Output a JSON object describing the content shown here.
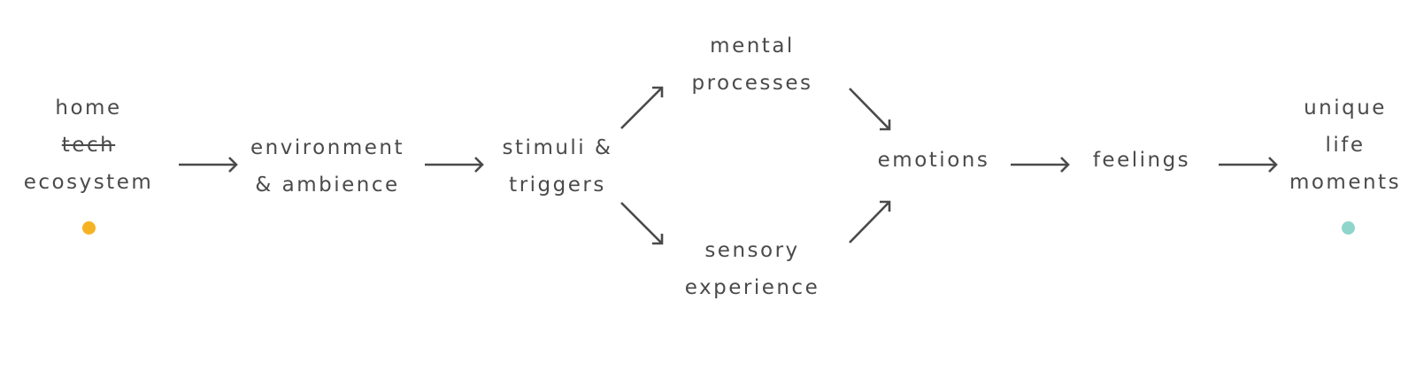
{
  "nodes": {
    "home_ecosystem": {
      "line1": "home",
      "line2": "tech",
      "line3": "ecosystem",
      "line2_struck": true
    },
    "environment": {
      "line1": "environment",
      "line2": "& ambience"
    },
    "stimuli": {
      "line1": "stimuli &",
      "line2": "triggers"
    },
    "mental": {
      "line1": "mental",
      "line2": "processes"
    },
    "sensory": {
      "line1": "sensory",
      "line2": "experience"
    },
    "emotions": {
      "line1": "emotions"
    },
    "feelings": {
      "line1": "feelings"
    },
    "unique": {
      "line1": "unique",
      "line2": "life",
      "line3": "moments"
    }
  },
  "colors": {
    "text": "#4a4a4a",
    "arrow": "#4a4a4a",
    "start_dot": "#f5b324",
    "end_dot": "#8fd5cc"
  }
}
